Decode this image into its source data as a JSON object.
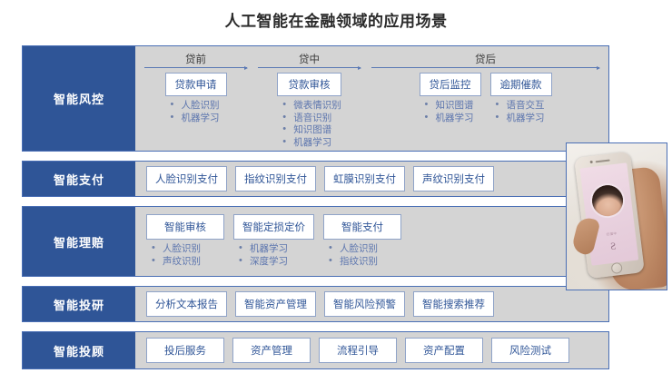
{
  "title": "人工智能在金融领域的应用场景",
  "colors": {
    "header_blue": "#2F5597",
    "panel_gray": "#D4D4D4",
    "border_blue": "#4A6FB5",
    "chip_text": "#2F5597",
    "bullet_text": "#5C75AE",
    "title_text": "#2b2b2b"
  },
  "rows": [
    {
      "head": "智能风控",
      "stages": [
        {
          "label": "贷前",
          "items": [
            {
              "chip": "贷款申请",
              "bullets": [
                "人脸识别",
                "机器学习"
              ]
            }
          ]
        },
        {
          "label": "贷中",
          "items": [
            {
              "chip": "贷款审核",
              "bullets": [
                "微表情识别",
                "语音识别",
                "知识图谱",
                "机器学习"
              ]
            }
          ]
        },
        {
          "label": "贷后",
          "items": [
            {
              "chip": "贷后监控",
              "bullets": [
                "知识图谱",
                "机器学习"
              ]
            },
            {
              "chip": "逾期催款",
              "bullets": [
                "语音交互",
                "机器学习"
              ]
            }
          ]
        }
      ]
    },
    {
      "head": "智能支付",
      "chips": [
        "人脸识别支付",
        "指纹识别支付",
        "虹膜识别支付",
        "声纹识别支付"
      ]
    },
    {
      "head": "智能理赔",
      "columns": [
        {
          "chip": "智能审核",
          "bullets": [
            "人脸识别",
            "声纹识别"
          ]
        },
        {
          "chip": "智能定损定价",
          "bullets": [
            "机器学习",
            "深度学习"
          ]
        },
        {
          "chip": "智能支付",
          "bullets": [
            "人脸识别",
            "指纹识别"
          ]
        }
      ]
    },
    {
      "head": "智能投研",
      "chips": [
        "分析文本报告",
        "智能资产管理",
        "智能风险预警",
        "智能搜索推荐"
      ]
    },
    {
      "head": "智能投顾",
      "chips": [
        "投后服务",
        "资产管理",
        "流程引导",
        "资产配置",
        "风险测试"
      ]
    }
  ],
  "photo": {
    "caption_alt": "手持手机进行人脸识别",
    "screen_text": "扫描中",
    "brand_mark": "Ƨ"
  }
}
